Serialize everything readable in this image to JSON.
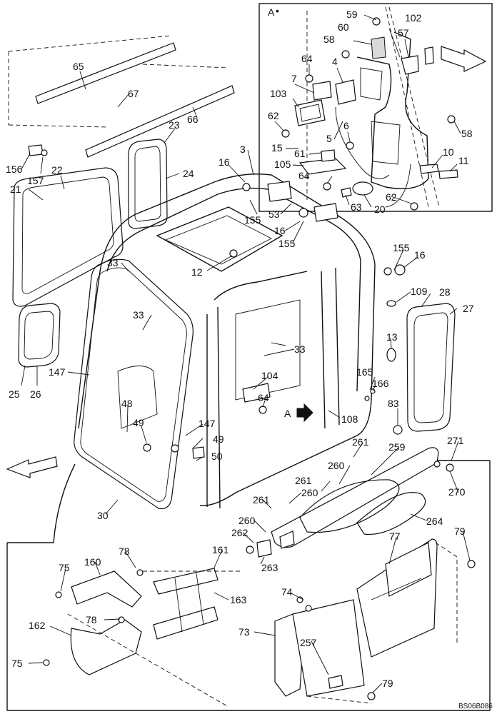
{
  "title": "",
  "figure_id": "BS06B086",
  "view_marker": "A",
  "view_arrow_label": "A",
  "callouts": [
    {
      "id": "c59",
      "text": "59"
    },
    {
      "id": "c102",
      "text": "102"
    },
    {
      "id": "c60",
      "text": "60"
    },
    {
      "id": "c57",
      "text": "57"
    },
    {
      "id": "c58a",
      "text": "58"
    },
    {
      "id": "c64a",
      "text": "64"
    },
    {
      "id": "c4",
      "text": "4"
    },
    {
      "id": "c7",
      "text": "7"
    },
    {
      "id": "c103",
      "text": "103"
    },
    {
      "id": "c62a",
      "text": "62"
    },
    {
      "id": "c6",
      "text": "6"
    },
    {
      "id": "c5",
      "text": "5"
    },
    {
      "id": "c58b",
      "text": "58"
    },
    {
      "id": "c15",
      "text": "15"
    },
    {
      "id": "c61",
      "text": "61"
    },
    {
      "id": "c10",
      "text": "10"
    },
    {
      "id": "c11",
      "text": "11"
    },
    {
      "id": "c105",
      "text": "105"
    },
    {
      "id": "c64b",
      "text": "64"
    },
    {
      "id": "c62b",
      "text": "62"
    },
    {
      "id": "c63",
      "text": "63"
    },
    {
      "id": "c20",
      "text": "20"
    },
    {
      "id": "c65",
      "text": "65"
    },
    {
      "id": "c67",
      "text": "67"
    },
    {
      "id": "c66",
      "text": "66"
    },
    {
      "id": "c23",
      "text": "23"
    },
    {
      "id": "c156",
      "text": "156"
    },
    {
      "id": "c157",
      "text": "157"
    },
    {
      "id": "c22",
      "text": "22"
    },
    {
      "id": "c24",
      "text": "24"
    },
    {
      "id": "c21",
      "text": "21"
    },
    {
      "id": "c3",
      "text": "3"
    },
    {
      "id": "c16a",
      "text": "16"
    },
    {
      "id": "c53",
      "text": "53"
    },
    {
      "id": "c155a",
      "text": "155"
    },
    {
      "id": "c16b",
      "text": "16"
    },
    {
      "id": "c155b",
      "text": "155"
    },
    {
      "id": "c155c",
      "text": "155"
    },
    {
      "id": "c16c",
      "text": "16"
    },
    {
      "id": "c12",
      "text": "12"
    },
    {
      "id": "c33a",
      "text": "33"
    },
    {
      "id": "c109",
      "text": "109"
    },
    {
      "id": "c28",
      "text": "28"
    },
    {
      "id": "c27",
      "text": "27"
    },
    {
      "id": "c33b",
      "text": "33"
    },
    {
      "id": "c33c",
      "text": "33"
    },
    {
      "id": "c13",
      "text": "13"
    },
    {
      "id": "c25",
      "text": "25"
    },
    {
      "id": "c26",
      "text": "26"
    },
    {
      "id": "c147a",
      "text": "147"
    },
    {
      "id": "c104",
      "text": "104"
    },
    {
      "id": "c165",
      "text": "165"
    },
    {
      "id": "c166",
      "text": "166"
    },
    {
      "id": "c64c",
      "text": "64"
    },
    {
      "id": "c48",
      "text": "48"
    },
    {
      "id": "c83",
      "text": "83"
    },
    {
      "id": "c108",
      "text": "108"
    },
    {
      "id": "c49a",
      "text": "49"
    },
    {
      "id": "c147b",
      "text": "147"
    },
    {
      "id": "c49b",
      "text": "49"
    },
    {
      "id": "c50",
      "text": "50"
    },
    {
      "id": "c261a",
      "text": "261"
    },
    {
      "id": "c271",
      "text": "271"
    },
    {
      "id": "c259",
      "text": "259"
    },
    {
      "id": "c260a",
      "text": "260"
    },
    {
      "id": "c270",
      "text": "270"
    },
    {
      "id": "c261b",
      "text": "261"
    },
    {
      "id": "c260b",
      "text": "260"
    },
    {
      "id": "c261c",
      "text": "261"
    },
    {
      "id": "c30",
      "text": "30"
    },
    {
      "id": "c260c",
      "text": "260"
    },
    {
      "id": "c264",
      "text": "264"
    },
    {
      "id": "c262",
      "text": "262"
    },
    {
      "id": "c79a",
      "text": "79"
    },
    {
      "id": "c77",
      "text": "77"
    },
    {
      "id": "c78a",
      "text": "78"
    },
    {
      "id": "c161",
      "text": "161"
    },
    {
      "id": "c263",
      "text": "263"
    },
    {
      "id": "c75a",
      "text": "75"
    },
    {
      "id": "c160",
      "text": "160"
    },
    {
      "id": "c163",
      "text": "163"
    },
    {
      "id": "c74",
      "text": "74"
    },
    {
      "id": "c78b",
      "text": "78"
    },
    {
      "id": "c162",
      "text": "162"
    },
    {
      "id": "c73",
      "text": "73"
    },
    {
      "id": "c257",
      "text": "257"
    },
    {
      "id": "c75b",
      "text": "75"
    },
    {
      "id": "c79b",
      "text": "79"
    }
  ]
}
